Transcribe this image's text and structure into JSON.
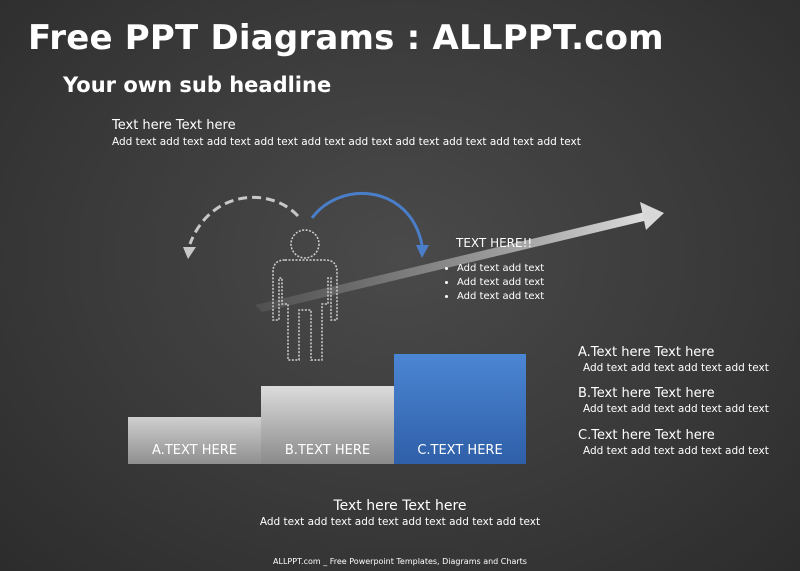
{
  "title": "Free PPT Diagrams : ALLPPT.com",
  "subtitle": "Your own sub headline",
  "intro": {
    "heading": "Text here Text here",
    "body": "Add text add text add text add text add text add text add text add text add text add text"
  },
  "callout": {
    "title": "TEXT HERE!!",
    "bullets": [
      "Add text add text",
      "Add text add text",
      "Add text add text"
    ]
  },
  "steps": [
    {
      "label": "A.TEXT HERE",
      "color": "#b5b5b5"
    },
    {
      "label": "B.TEXT HERE",
      "color": "#c4c4c4"
    },
    {
      "label": "C.TEXT HERE",
      "color": "#3a73c4"
    }
  ],
  "side_items": [
    {
      "heading": "A.Text here Text here",
      "body": "Add text add text add text add text"
    },
    {
      "heading": "B.Text here Text here",
      "body": "Add text add text add text add text"
    },
    {
      "heading": "C.Text here Text here",
      "body": "Add text add text add text add text"
    }
  ],
  "bottom": {
    "heading": "Text here Text here",
    "body": "Add text add text add text add text add text add text"
  },
  "footer": "ALLPPT.com _ Free Powerpoint Templates, Diagrams and Charts",
  "colors": {
    "accent_blue": "#3a73c4",
    "arrow_gray": "#c8c8c8"
  },
  "icons": [
    "person-outline-icon",
    "dashed-curved-arrow-icon",
    "blue-curved-arrow-icon",
    "trend-arrow-icon"
  ]
}
